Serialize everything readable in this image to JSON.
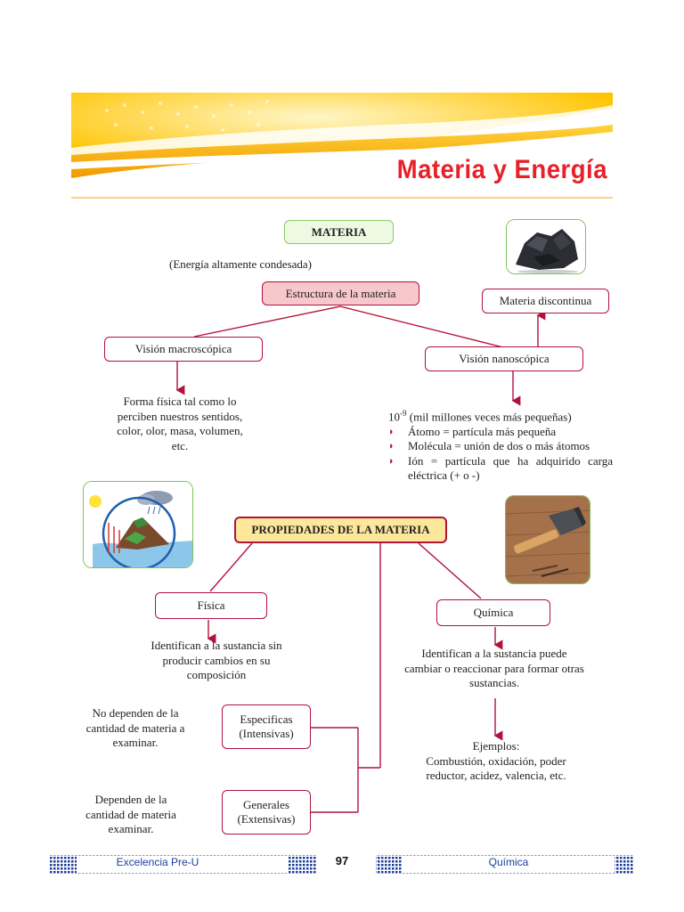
{
  "header": {
    "title": "Materia y Energía"
  },
  "map": {
    "materia": "MATERIA",
    "energia_note": "(Energía altamente condesada)",
    "estructura": "Estructura de la materia",
    "macro": "Visión macroscópica",
    "nano": "Visión nanoscópica",
    "discontinua": "Materia discontinua",
    "macro_desc": "Forma física tal como lo perciben nuestros sentidos, color, olor, masa, volumen, etc.",
    "nano_base": "10",
    "nano_exp": "-9",
    "nano_rest": " (mil millones veces más pequeñas)",
    "nano_items": [
      "Átomo = partícula más pequeña",
      "Molécula = unión de dos o más átomos",
      "Ión = partícula que ha adquirido carga eléctrica (+ o -)"
    ],
    "propiedades": "PROPIEDADES DE LA MATERIA",
    "fisica": "Física",
    "quimica": "Química",
    "fisica_desc": "Identifican a la sustancia sin producir cambios en su composición",
    "quimica_desc": "Identifican a la sustancia puede cambiar o reaccionar para formar otras sustancias.",
    "especificas": "Especificas (Intensivas)",
    "generales": "Generales (Extensivas)",
    "no_dependen": "No dependen de la cantidad de materia a examinar.",
    "dependen": "Dependen de la cantidad de materia examinar.",
    "ejemplos_title": "Ejemplos:",
    "ejemplos": "Combustión, oxidación, poder reductor, acidez, valencia, etc."
  },
  "footer": {
    "left": "Excelencia Pre-U",
    "page": "97",
    "right": "Química"
  },
  "colors": {
    "accent": "#b0123c",
    "title": "#e8202a",
    "footer": "#1b3e9a",
    "banner": "#f6b800"
  }
}
